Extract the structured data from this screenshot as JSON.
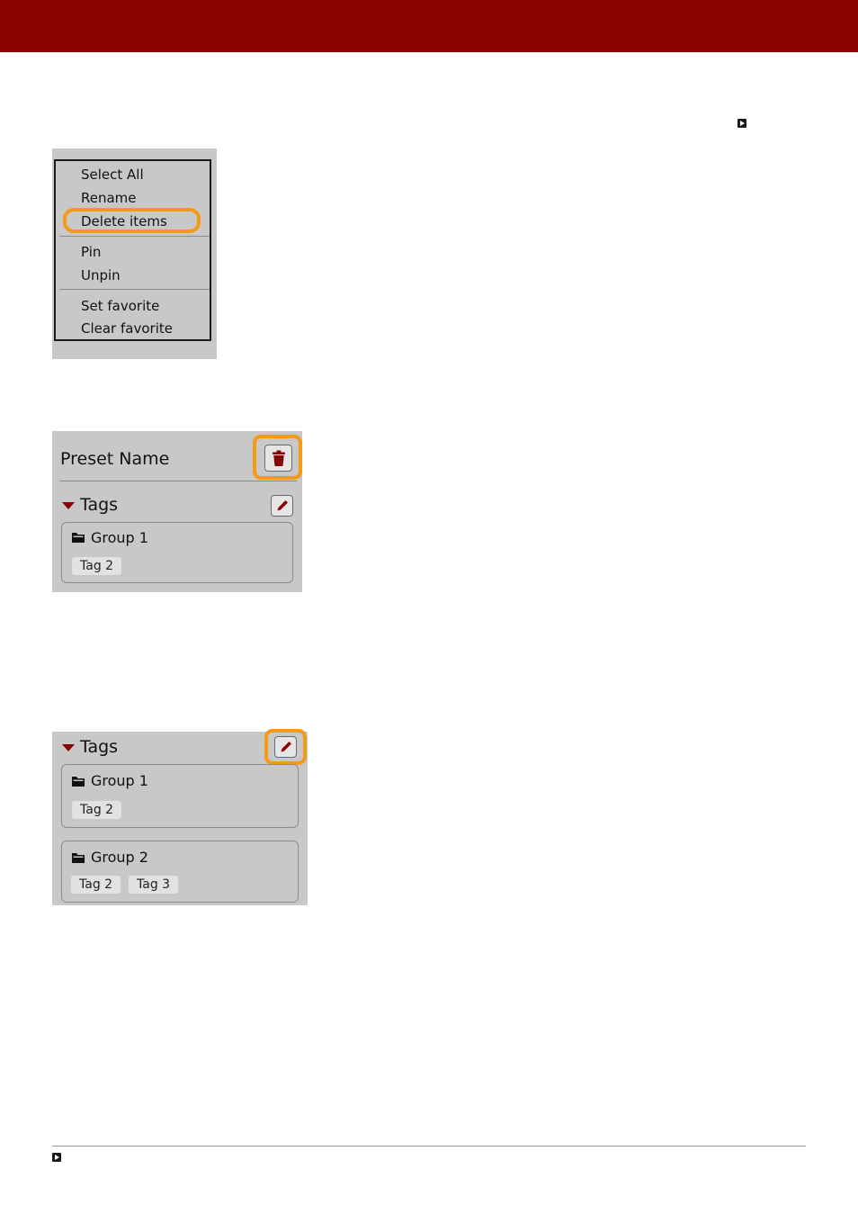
{
  "colors": {
    "header_bar": "#8b0000",
    "highlight": "#f59a16",
    "panel_bg": "#c8c8c8",
    "accent_icon": "#8b0000"
  },
  "context_menu": {
    "items": [
      {
        "label": "Select All"
      },
      {
        "label": "Rename"
      },
      {
        "label": "Delete items",
        "highlighted": true
      },
      {
        "label": "Pin"
      },
      {
        "label": "Unpin"
      },
      {
        "label": "Set favorite"
      },
      {
        "label": "Clear favorite"
      }
    ]
  },
  "preset_panel": {
    "title": "Preset Name",
    "delete_icon": "trash-icon",
    "tags_title": "Tags",
    "edit_icon": "pencil-icon",
    "groups": [
      {
        "name": "Group 1",
        "tags": [
          "Tag 2"
        ]
      }
    ]
  },
  "tags_panel": {
    "tags_title": "Tags",
    "edit_icon": "pencil-icon",
    "groups": [
      {
        "name": "Group 1",
        "tags": [
          "Tag 2"
        ]
      },
      {
        "name": "Group 2",
        "tags": [
          "Tag 2",
          "Tag 3"
        ]
      }
    ]
  }
}
